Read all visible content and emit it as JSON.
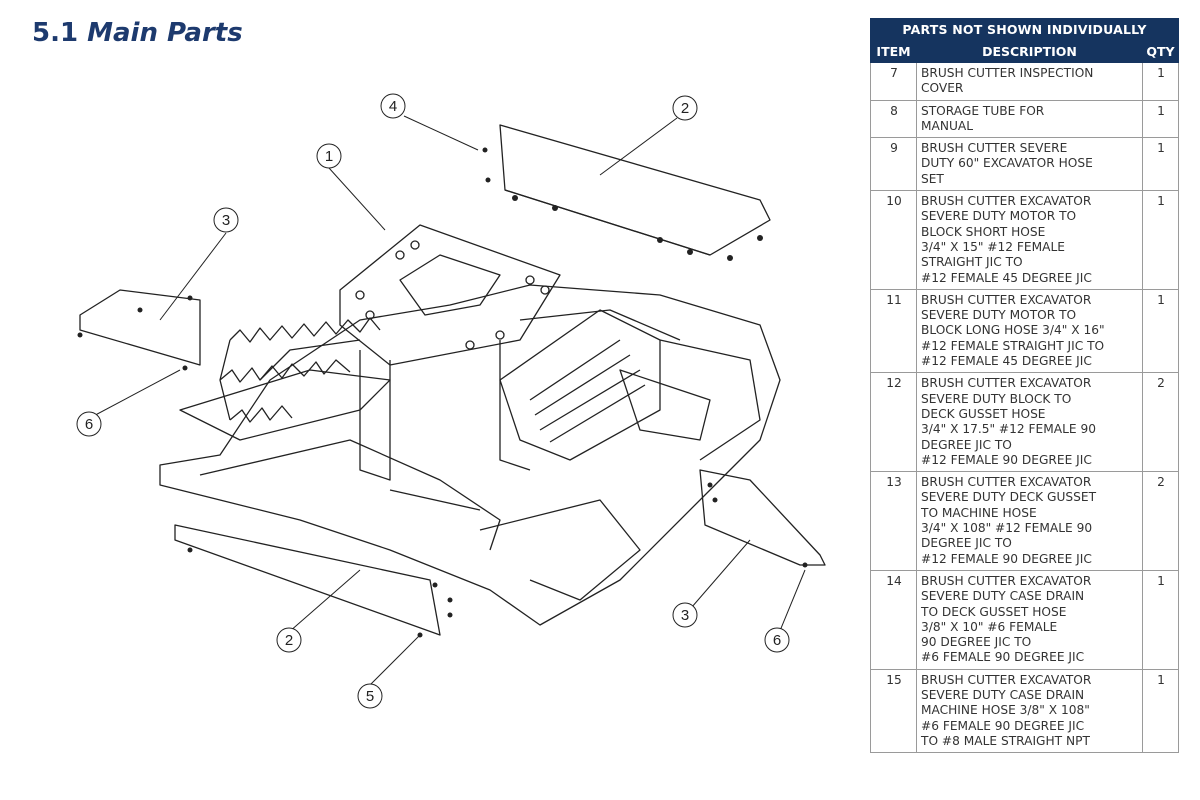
{
  "section": {
    "number": "5.1",
    "title": "Main Parts"
  },
  "callouts": [
    "1",
    "2",
    "2",
    "3",
    "3",
    "4",
    "5",
    "6",
    "6"
  ],
  "table": {
    "caption": "PARTS NOT SHOWN INDIVIDUALLY",
    "headers": {
      "item": "ITEM",
      "description": "DESCRIPTION",
      "qty": "QTY"
    },
    "rows": [
      {
        "item": "7",
        "description": "BRUSH CUTTER INSPECTION\nCOVER",
        "qty": "1"
      },
      {
        "item": "8",
        "description": "STORAGE TUBE FOR\nMANUAL",
        "qty": "1"
      },
      {
        "item": "9",
        "description": "BRUSH CUTTER SEVERE\nDUTY 60\" EXCAVATOR HOSE\nSET",
        "qty": "1"
      },
      {
        "item": "10",
        "description": "BRUSH CUTTER EXCAVATOR\nSEVERE DUTY MOTOR TO\nBLOCK SHORT HOSE\n3/4\" X 15\" #12 FEMALE\nSTRAIGHT JIC TO\n#12 FEMALE 45 DEGREE JIC",
        "qty": "1"
      },
      {
        "item": "11",
        "description": "BRUSH CUTTER EXCAVATOR\nSEVERE DUTY MOTOR TO\nBLOCK LONG HOSE 3/4\" X 16\"\n#12 FEMALE STRAIGHT JIC TO\n#12 FEMALE 45 DEGREE JIC",
        "qty": "1"
      },
      {
        "item": "12",
        "description": "BRUSH CUTTER EXCAVATOR\nSEVERE DUTY BLOCK TO\nDECK GUSSET HOSE\n 3/4\" X 17.5\" #12 FEMALE 90\nDEGREE JIC TO\n#12 FEMALE 90 DEGREE JIC",
        "qty": "2"
      },
      {
        "item": "13",
        "description": "BRUSH CUTTER EXCAVATOR\nSEVERE DUTY DECK GUSSET\nTO MACHINE HOSE\n3/4\" X 108\" #12 FEMALE 90\nDEGREE JIC TO\n#12 FEMALE 90 DEGREE JIC",
        "qty": "2"
      },
      {
        "item": "14",
        "description": "BRUSH CUTTER EXCAVATOR\nSEVERE DUTY CASE DRAIN\nTO DECK GUSSET HOSE\n3/8\" X 10\" #6 FEMALE\n90 DEGREE JIC TO\n#6 FEMALE 90 DEGREE JIC",
        "qty": "1"
      },
      {
        "item": "15",
        "description": "BRUSH CUTTER EXCAVATOR\nSEVERE DUTY CASE DRAIN\nMACHINE HOSE 3/8\" X 108\"\n#6 FEMALE 90 DEGREE JIC\nTO #8 MALE STRAIGHT NPT",
        "qty": "1"
      }
    ]
  }
}
